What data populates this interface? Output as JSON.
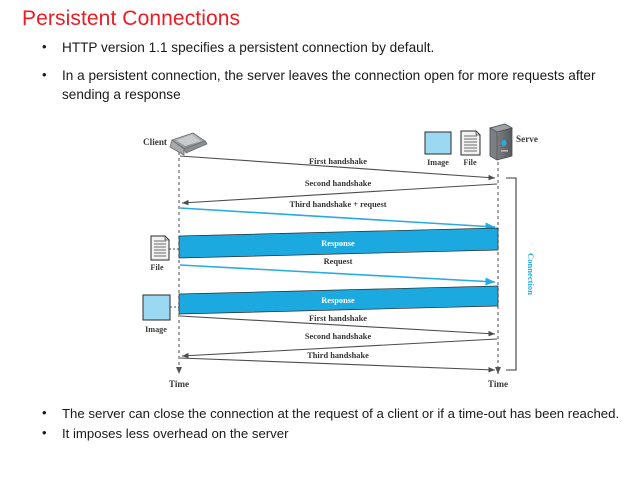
{
  "slide": {
    "title": "Persistent Connections",
    "top_bullets": [
      "HTTP version 1.1 specifies a persistent connection by default.",
      "In a persistent connection, the server leaves the connection open for more requests after sending a response"
    ],
    "bottom_bullets": [
      "The server can close the connection at the request of a client or if a time-out has been reached.",
      "It imposes less overhead on the server"
    ]
  },
  "diagram": {
    "title_color": "#ED1C24",
    "accent_blue": "#29ABE2",
    "line_gray": "#4d4d4d",
    "actors": {
      "client_label": "Client",
      "server_label": "Serve",
      "client_time_label": "Time",
      "server_time_label": "Time",
      "connection_label": "Connection"
    },
    "resources": [
      {
        "name": "image-top",
        "label": "Image",
        "kind": "image"
      },
      {
        "name": "file-top",
        "label": "File",
        "kind": "file"
      },
      {
        "name": "file-left",
        "label": "File",
        "kind": "file"
      },
      {
        "name": "image-left",
        "label": "Image",
        "kind": "image"
      }
    ],
    "messages": [
      {
        "label": "First handshake",
        "direction": "to-server",
        "style": "gray"
      },
      {
        "label": "Second handshake",
        "direction": "to-client",
        "style": "gray"
      },
      {
        "label": "Third handshake + request",
        "direction": "to-server",
        "style": "blue"
      },
      {
        "label": "Response",
        "direction": "to-client",
        "style": "band"
      },
      {
        "label": "Request",
        "direction": "to-server",
        "style": "blue"
      },
      {
        "label": "Response",
        "direction": "to-client",
        "style": "band"
      },
      {
        "label": "First handshake",
        "direction": "to-server",
        "style": "gray"
      },
      {
        "label": "Second handshake",
        "direction": "to-client",
        "style": "gray"
      },
      {
        "label": "Third handshake",
        "direction": "to-server",
        "style": "gray"
      }
    ]
  }
}
